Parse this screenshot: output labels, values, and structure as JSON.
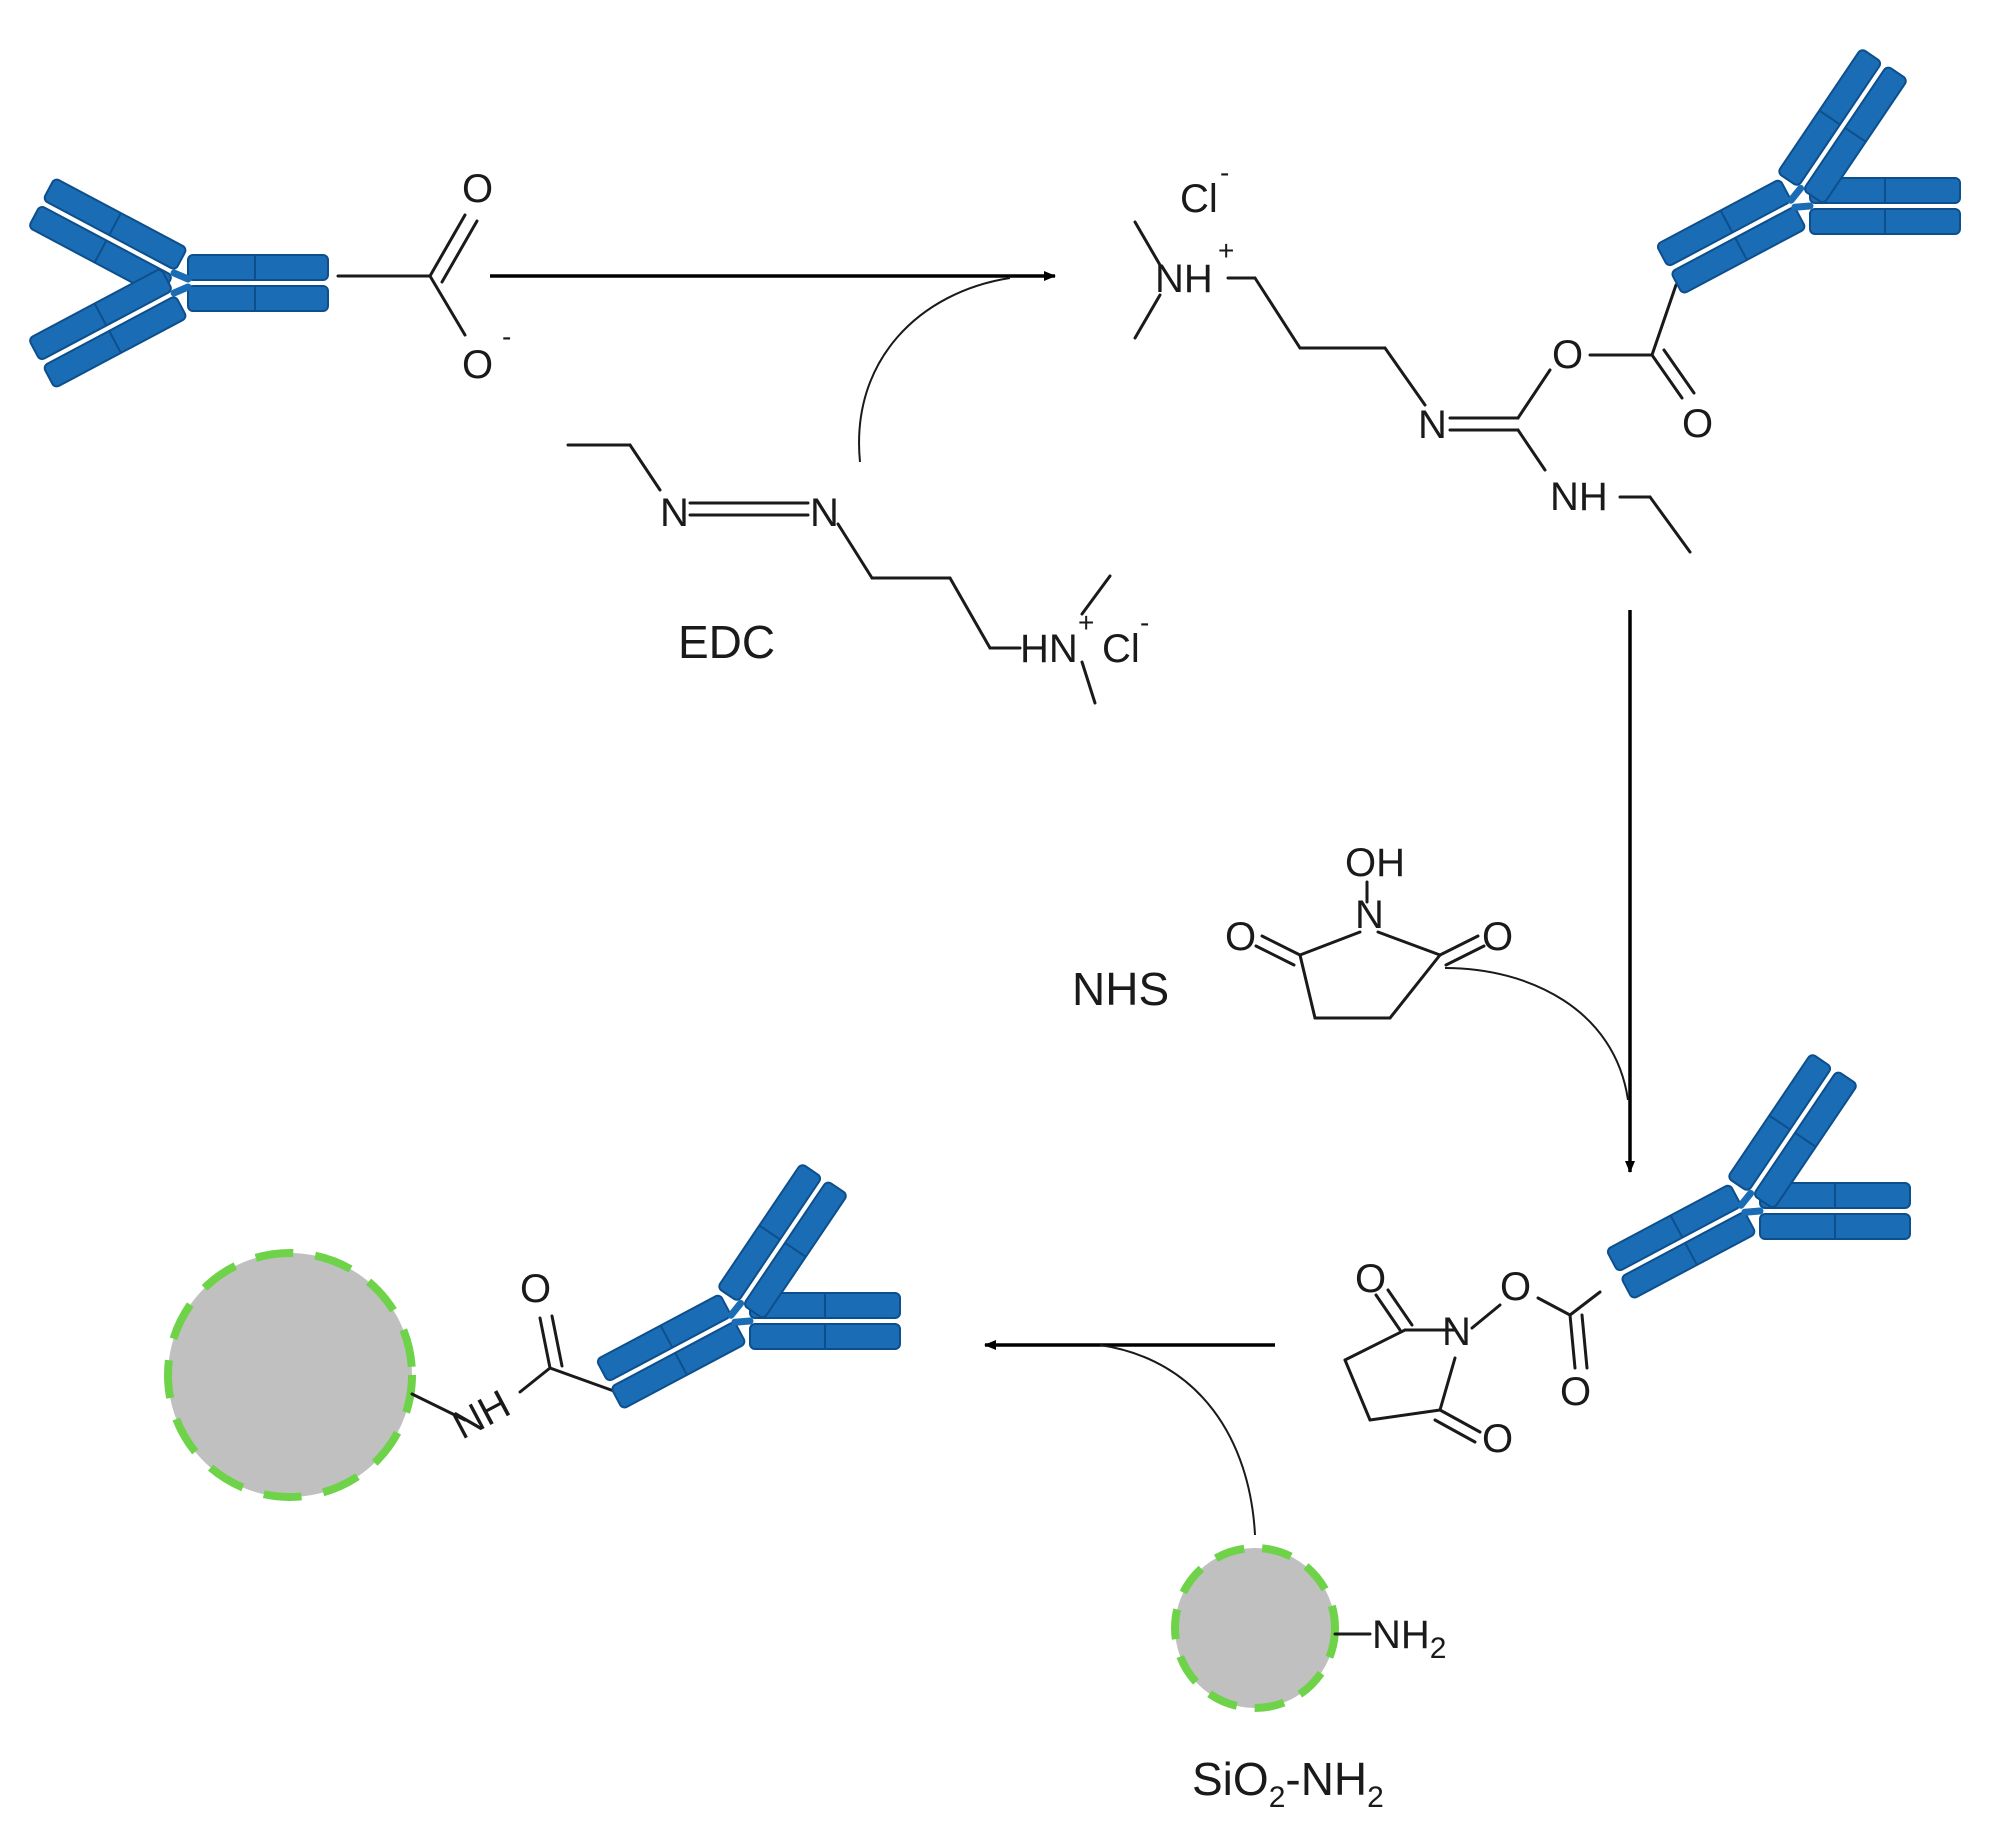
{
  "labels": {
    "edc": "EDC",
    "nhs": "NHS",
    "silica_name_main": "SiO",
    "silica_name_sub": "2",
    "silica_name_tail": "-NH",
    "silica_name_sub2": "2"
  },
  "atoms": {
    "o": "O",
    "o_minus": "-",
    "n": "N",
    "nh": "NH",
    "hn": "HN",
    "oh": "OH",
    "cl": "Cl",
    "minus": "-",
    "plus": "+",
    "nh2_main": "NH",
    "nh2_sub": "2"
  },
  "colors": {
    "antibody_fill": "#1a6cb5",
    "antibody_edge": "#0d4f8c",
    "bead_fill": "#c0c0c0",
    "bead_dash": "#6fd34a"
  }
}
